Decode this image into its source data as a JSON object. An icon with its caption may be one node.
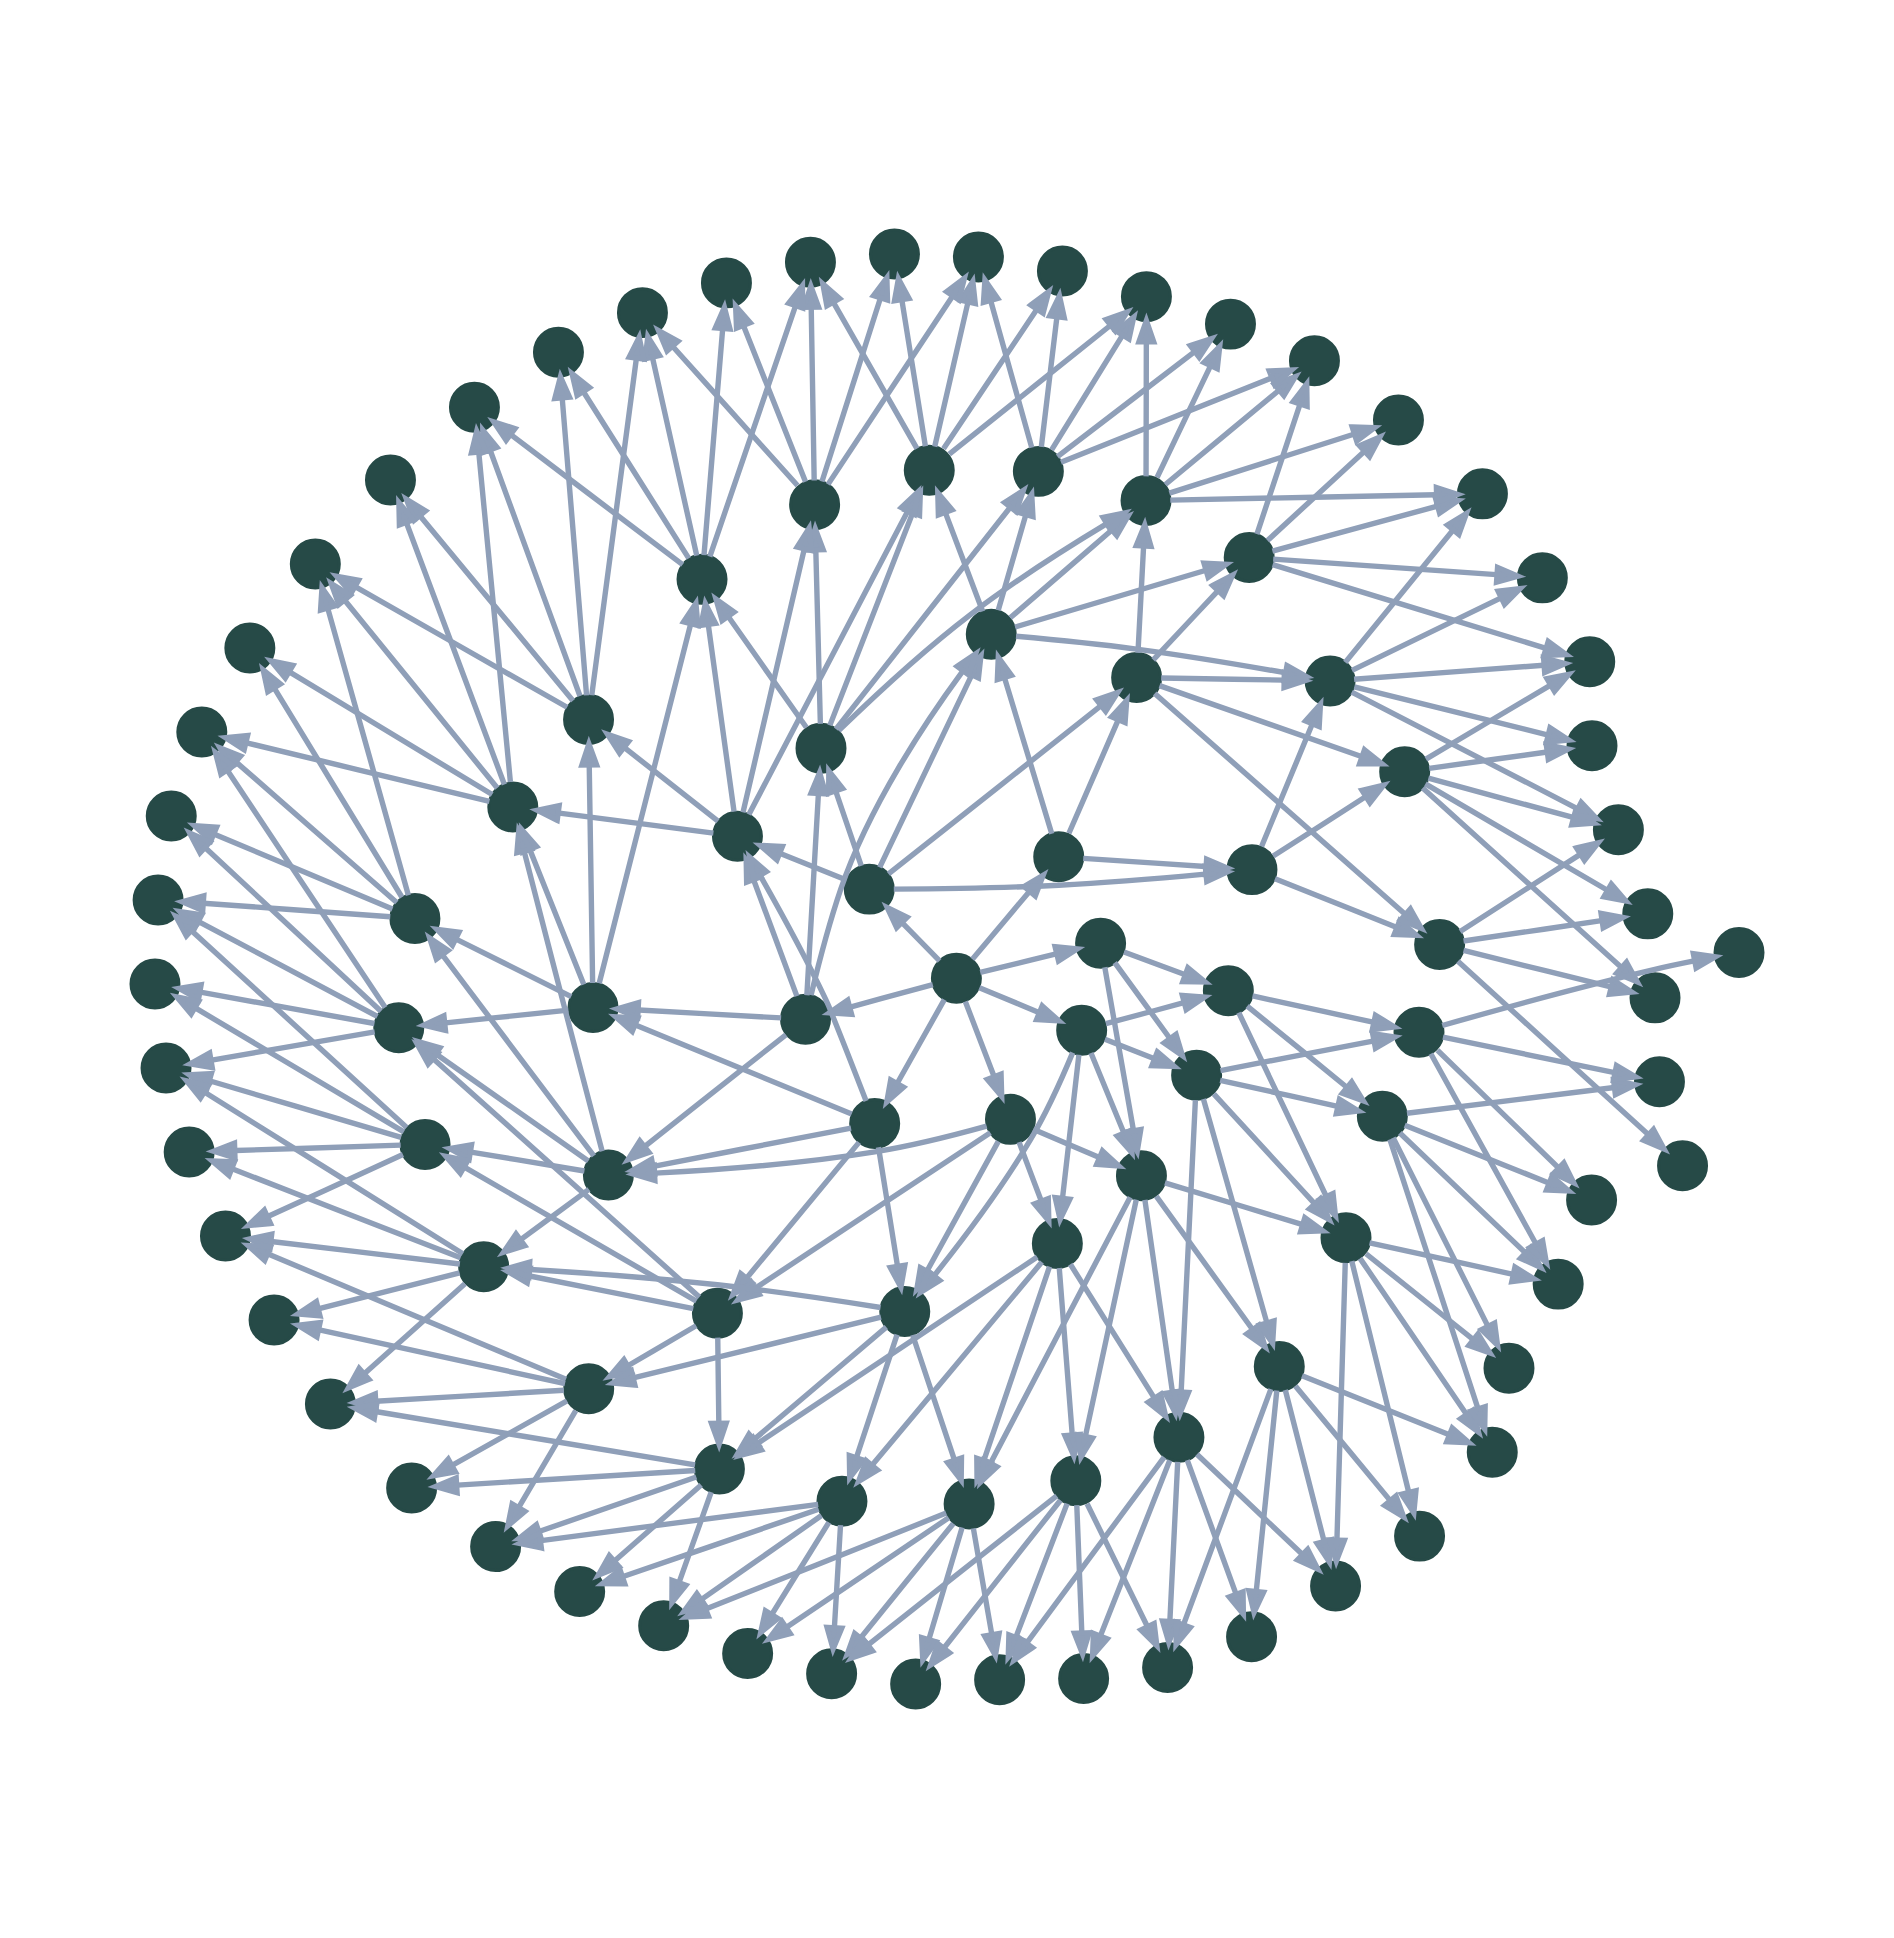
{
  "diagram": {
    "nodes": [
      {
        "text": [],
        "shape": "circle"
      },
      {
        "text": [],
        "shape": "circle"
      },
      {
        "text": [],
        "shape": "circle"
      },
      {
        "text": [],
        "shape": "circle"
      },
      {
        "text": [],
        "shape": "circle"
      },
      {
        "text": [],
        "shape": "circle"
      },
      {
        "text": [],
        "shape": "circle"
      },
      {
        "text": [],
        "shape": "circle"
      },
      {
        "text": [],
        "shape": "circle"
      },
      {
        "text": [],
        "shape": "circle"
      },
      {
        "text": [],
        "shape": "circle"
      },
      {
        "text": [],
        "shape": "circle"
      },
      {
        "text": [],
        "shape": "circle"
      },
      {
        "text": [],
        "shape": "circle"
      },
      {
        "text": [],
        "shape": "circle"
      },
      {
        "text": [],
        "shape": "circle"
      },
      {
        "text": [],
        "shape": "circle"
      },
      {
        "text": [],
        "shape": "circle"
      },
      {
        "text": [],
        "shape": "circle"
      },
      {
        "text": [],
        "shape": "circle"
      },
      {
        "text": [],
        "shape": "circle"
      },
      {
        "text": [],
        "shape": "circle"
      },
      {
        "text": [],
        "shape": "circle"
      },
      {
        "text": [],
        "shape": "circle"
      },
      {
        "text": [],
        "shape": "circle"
      },
      {
        "text": [],
        "shape": "circle"
      },
      {
        "text": [],
        "shape": "circle"
      },
      {
        "text": [],
        "shape": "circle"
      },
      {
        "text": [],
        "shape": "circle"
      },
      {
        "text": [],
        "shape": "circle"
      },
      {
        "text": [],
        "shape": "circle"
      },
      {
        "text": [],
        "shape": "circle"
      },
      {
        "text": [],
        "shape": "circle"
      },
      {
        "text": [],
        "shape": "circle"
      },
      {
        "text": [],
        "shape": "circle"
      },
      {
        "text": [],
        "shape": "circle"
      },
      {
        "text": [],
        "shape": "circle"
      },
      {
        "text": [],
        "shape": "circle"
      },
      {
        "text": [],
        "shape": "circle"
      },
      {
        "text": [],
        "shape": "circle"
      },
      {
        "text": [],
        "shape": "circle"
      },
      {
        "text": [],
        "shape": "circle"
      },
      {
        "text": [],
        "shape": "circle"
      },
      {
        "text": [],
        "shape": "circle"
      },
      {
        "text": [],
        "shape": "circle"
      },
      {
        "text": [],
        "shape": "circle"
      },
      {
        "text": [],
        "shape": "circle"
      },
      {
        "text": [],
        "shape": "circle"
      },
      {
        "text": [],
        "shape": "circle"
      },
      {
        "text": [],
        "shape": "circle"
      },
      {
        "text": [],
        "shape": "circle"
      },
      {
        "text": [],
        "shape": "circle"
      },
      {
        "text": [],
        "shape": "circle"
      },
      {
        "text": [],
        "shape": "circle"
      },
      {
        "text": [],
        "shape": "circle"
      },
      {
        "text": [],
        "shape": "circle"
      },
      {
        "text": [],
        "shape": "circle"
      },
      {
        "text": [],
        "shape": "circle"
      },
      {
        "text": [],
        "shape": "circle"
      },
      {
        "text": [],
        "shape": "circle"
      },
      {
        "text": [],
        "shape": "circle"
      },
      {
        "text": [],
        "shape": "circle"
      },
      {
        "text": [],
        "shape": "circle"
      },
      {
        "text": [],
        "shape": "circle"
      },
      {
        "text": [],
        "shape": "circle"
      },
      {
        "text": [],
        "shape": "circle"
      },
      {
        "text": [],
        "shape": "circle"
      },
      {
        "text": [],
        "shape": "circle"
      },
      {
        "text": [],
        "shape": "circle"
      },
      {
        "text": [],
        "shape": "circle"
      },
      {
        "text": [],
        "shape": "circle"
      },
      {
        "text": [],
        "shape": "circle"
      },
      {
        "text": [],
        "shape": "circle"
      },
      {
        "text": [],
        "shape": "circle"
      },
      {
        "text": [],
        "shape": "circle"
      },
      {
        "text": [],
        "shape": "circle"
      },
      {
        "text": [],
        "shape": "circle"
      },
      {
        "text": [],
        "shape": "circle"
      },
      {
        "text": [],
        "shape": "circle"
      },
      {
        "text": [],
        "shape": "circle"
      },
      {
        "text": [],
        "shape": "circle"
      },
      {
        "text": [],
        "shape": "circle"
      },
      {
        "text": [],
        "shape": "circle"
      },
      {
        "text": [],
        "shape": "circle"
      },
      {
        "text": [],
        "shape": "circle"
      },
      {
        "text": [],
        "shape": "circle"
      },
      {
        "text": [],
        "shape": "circle"
      },
      {
        "text": [],
        "shape": "circle"
      },
      {
        "text": [],
        "shape": "circle"
      },
      {
        "text": [],
        "shape": "circle"
      },
      {
        "text": [],
        "shape": "circle"
      },
      {
        "text": [],
        "shape": "circle"
      },
      {
        "text": [],
        "shape": "circle"
      },
      {
        "text": [],
        "shape": "circle"
      },
      {
        "text": [],
        "shape": "circle"
      },
      {
        "text": [],
        "shape": "circle"
      },
      {
        "text": [],
        "shape": "circle"
      }
    ],
    "edges": [
      {
        "from": 0,
        "to": 1,
        "arrow": "to"
      },
      {
        "from": 0,
        "to": 2,
        "arrow": "to"
      },
      {
        "from": 0,
        "to": 3,
        "arrow": "to"
      },
      {
        "from": 0,
        "to": 4,
        "arrow": "to"
      },
      {
        "from": 0,
        "to": 5,
        "arrow": "to"
      },
      {
        "from": 0,
        "to": 6,
        "arrow": "to"
      },
      {
        "from": 0,
        "to": 7,
        "arrow": "to"
      },
      {
        "from": 1,
        "to": 8,
        "arrow": "to"
      },
      {
        "from": 1,
        "to": 9,
        "arrow": "to"
      },
      {
        "from": 1,
        "to": 10,
        "arrow": "to"
      },
      {
        "from": 2,
        "to": 8,
        "arrow": "to"
      },
      {
        "from": 2,
        "to": 9,
        "arrow": "to"
      },
      {
        "from": 2,
        "to": 10,
        "arrow": "to"
      },
      {
        "from": 2,
        "to": 11,
        "arrow": "to"
      },
      {
        "from": 2,
        "to": 12,
        "arrow": "to"
      },
      {
        "from": 3,
        "to": 10,
        "arrow": "to"
      },
      {
        "from": 3,
        "to": 11,
        "arrow": "to"
      },
      {
        "from": 3,
        "to": 12,
        "arrow": "to"
      },
      {
        "from": 3,
        "to": 13,
        "arrow": "to"
      },
      {
        "from": 3,
        "to": 14,
        "arrow": "to"
      },
      {
        "from": 4,
        "to": 12,
        "arrow": "to"
      },
      {
        "from": 4,
        "to": 13,
        "arrow": "to"
      },
      {
        "from": 4,
        "to": 14,
        "arrow": "to"
      },
      {
        "from": 4,
        "to": 15,
        "arrow": "to"
      },
      {
        "from": 4,
        "to": 16,
        "arrow": "to"
      },
      {
        "from": 5,
        "to": 14,
        "arrow": "to"
      },
      {
        "from": 5,
        "to": 15,
        "arrow": "to"
      },
      {
        "from": 5,
        "to": 16,
        "arrow": "to"
      },
      {
        "from": 5,
        "to": 17,
        "arrow": "to"
      },
      {
        "from": 5,
        "to": 18,
        "arrow": "to"
      },
      {
        "from": 6,
        "to": 16,
        "arrow": "to"
      },
      {
        "from": 6,
        "to": 17,
        "arrow": "to"
      },
      {
        "from": 6,
        "to": 18,
        "arrow": "to"
      },
      {
        "from": 6,
        "to": 19,
        "arrow": "to"
      },
      {
        "from": 6,
        "to": 20,
        "arrow": "to"
      },
      {
        "from": 7,
        "to": 18,
        "arrow": "to"
      },
      {
        "from": 7,
        "to": 19,
        "arrow": "to"
      },
      {
        "from": 7,
        "to": 20,
        "arrow": "to"
      },
      {
        "from": 8,
        "to": 21,
        "arrow": "to"
      },
      {
        "from": 8,
        "to": 22,
        "arrow": "to"
      },
      {
        "from": 8,
        "to": 23,
        "arrow": "to"
      },
      {
        "from": 9,
        "to": 21,
        "arrow": "to"
      },
      {
        "from": 9,
        "to": 22,
        "arrow": "to"
      },
      {
        "from": 9,
        "to": 23,
        "arrow": "to"
      },
      {
        "from": 9,
        "to": 24,
        "arrow": "to"
      },
      {
        "from": 9,
        "to": 25,
        "arrow": "to"
      },
      {
        "from": 10,
        "to": 23,
        "arrow": "to"
      },
      {
        "from": 10,
        "to": 24,
        "arrow": "to"
      },
      {
        "from": 10,
        "to": 25,
        "arrow": "to"
      },
      {
        "from": 10,
        "to": 26,
        "arrow": "to"
      },
      {
        "from": 10,
        "to": 27,
        "arrow": "to"
      },
      {
        "from": 11,
        "to": 25,
        "arrow": "to"
      },
      {
        "from": 11,
        "to": 26,
        "arrow": "to"
      },
      {
        "from": 11,
        "to": 27,
        "arrow": "to"
      },
      {
        "from": 11,
        "to": 28,
        "arrow": "to"
      },
      {
        "from": 11,
        "to": 29,
        "arrow": "to"
      },
      {
        "from": 12,
        "to": 27,
        "arrow": "to"
      },
      {
        "from": 12,
        "to": 28,
        "arrow": "to"
      },
      {
        "from": 12,
        "to": 29,
        "arrow": "to"
      },
      {
        "from": 12,
        "to": 30,
        "arrow": "to"
      },
      {
        "from": 12,
        "to": 31,
        "arrow": "to"
      },
      {
        "from": 13,
        "to": 29,
        "arrow": "to"
      },
      {
        "from": 13,
        "to": 30,
        "arrow": "to"
      },
      {
        "from": 13,
        "to": 31,
        "arrow": "to"
      },
      {
        "from": 13,
        "to": 32,
        "arrow": "to"
      },
      {
        "from": 13,
        "to": 33,
        "arrow": "to"
      },
      {
        "from": 14,
        "to": 31,
        "arrow": "to"
      },
      {
        "from": 14,
        "to": 32,
        "arrow": "to"
      },
      {
        "from": 14,
        "to": 33,
        "arrow": "to"
      },
      {
        "from": 14,
        "to": 34,
        "arrow": "to"
      },
      {
        "from": 14,
        "to": 35,
        "arrow": "to"
      },
      {
        "from": 15,
        "to": 33,
        "arrow": "to"
      },
      {
        "from": 15,
        "to": 34,
        "arrow": "to"
      },
      {
        "from": 15,
        "to": 35,
        "arrow": "to"
      },
      {
        "from": 15,
        "to": 36,
        "arrow": "to"
      },
      {
        "from": 15,
        "to": 37,
        "arrow": "to"
      },
      {
        "from": 16,
        "to": 35,
        "arrow": "to"
      },
      {
        "from": 16,
        "to": 36,
        "arrow": "to"
      },
      {
        "from": 16,
        "to": 37,
        "arrow": "to"
      },
      {
        "from": 16,
        "to": 38,
        "arrow": "to"
      },
      {
        "from": 16,
        "to": 39,
        "arrow": "to"
      },
      {
        "from": 17,
        "to": 37,
        "arrow": "to"
      },
      {
        "from": 17,
        "to": 38,
        "arrow": "to"
      },
      {
        "from": 17,
        "to": 39,
        "arrow": "to"
      },
      {
        "from": 17,
        "to": 40,
        "arrow": "to"
      },
      {
        "from": 17,
        "to": 41,
        "arrow": "to"
      },
      {
        "from": 18,
        "to": 39,
        "arrow": "to"
      },
      {
        "from": 18,
        "to": 40,
        "arrow": "to"
      },
      {
        "from": 18,
        "to": 41,
        "arrow": "to"
      },
      {
        "from": 18,
        "to": 42,
        "arrow": "to"
      },
      {
        "from": 18,
        "to": 43,
        "arrow": "to"
      },
      {
        "from": 19,
        "to": 41,
        "arrow": "to"
      },
      {
        "from": 19,
        "to": 42,
        "arrow": "to"
      },
      {
        "from": 19,
        "to": 43,
        "arrow": "to"
      },
      {
        "from": 19,
        "to": 44,
        "arrow": "to"
      },
      {
        "from": 19,
        "to": 45,
        "arrow": "to"
      },
      {
        "from": 20,
        "to": 43,
        "arrow": "to"
      },
      {
        "from": 20,
        "to": 44,
        "arrow": "to"
      },
      {
        "from": 20,
        "to": 45,
        "arrow": "to"
      },
      {
        "from": 21,
        "to": 46,
        "arrow": "to"
      },
      {
        "from": 21,
        "to": 47,
        "arrow": "to"
      },
      {
        "from": 21,
        "to": 48,
        "arrow": "to"
      },
      {
        "from": 21,
        "to": 49,
        "arrow": "to"
      },
      {
        "from": 22,
        "to": 47,
        "arrow": "to"
      },
      {
        "from": 22,
        "to": 48,
        "arrow": "to"
      },
      {
        "from": 22,
        "to": 49,
        "arrow": "to"
      },
      {
        "from": 22,
        "to": 50,
        "arrow": "to"
      },
      {
        "from": 22,
        "to": 51,
        "arrow": "to"
      },
      {
        "from": 23,
        "to": 49,
        "arrow": "to"
      },
      {
        "from": 23,
        "to": 50,
        "arrow": "to"
      },
      {
        "from": 23,
        "to": 51,
        "arrow": "to"
      },
      {
        "from": 23,
        "to": 52,
        "arrow": "to"
      },
      {
        "from": 23,
        "to": 53,
        "arrow": "to"
      },
      {
        "from": 24,
        "to": 51,
        "arrow": "to"
      },
      {
        "from": 24,
        "to": 52,
        "arrow": "to"
      },
      {
        "from": 24,
        "to": 53,
        "arrow": "to"
      },
      {
        "from": 24,
        "to": 54,
        "arrow": "to"
      },
      {
        "from": 24,
        "to": 55,
        "arrow": "to"
      },
      {
        "from": 25,
        "to": 53,
        "arrow": "to"
      },
      {
        "from": 25,
        "to": 54,
        "arrow": "to"
      },
      {
        "from": 25,
        "to": 55,
        "arrow": "to"
      },
      {
        "from": 25,
        "to": 56,
        "arrow": "to"
      },
      {
        "from": 25,
        "to": 57,
        "arrow": "to"
      },
      {
        "from": 26,
        "to": 55,
        "arrow": "to"
      },
      {
        "from": 26,
        "to": 56,
        "arrow": "to"
      },
      {
        "from": 26,
        "to": 57,
        "arrow": "to"
      },
      {
        "from": 26,
        "to": 58,
        "arrow": "to"
      },
      {
        "from": 26,
        "to": 59,
        "arrow": "to"
      },
      {
        "from": 27,
        "to": 57,
        "arrow": "to"
      },
      {
        "from": 27,
        "to": 58,
        "arrow": "to"
      },
      {
        "from": 27,
        "to": 59,
        "arrow": "to"
      },
      {
        "from": 27,
        "to": 60,
        "arrow": "to"
      },
      {
        "from": 27,
        "to": 61,
        "arrow": "to"
      },
      {
        "from": 28,
        "to": 59,
        "arrow": "to"
      },
      {
        "from": 28,
        "to": 60,
        "arrow": "to"
      },
      {
        "from": 28,
        "to": 61,
        "arrow": "to"
      },
      {
        "from": 28,
        "to": 62,
        "arrow": "to"
      },
      {
        "from": 28,
        "to": 63,
        "arrow": "to"
      },
      {
        "from": 29,
        "to": 61,
        "arrow": "to"
      },
      {
        "from": 29,
        "to": 62,
        "arrow": "to"
      },
      {
        "from": 29,
        "to": 63,
        "arrow": "to"
      },
      {
        "from": 29,
        "to": 64,
        "arrow": "to"
      },
      {
        "from": 29,
        "to": 65,
        "arrow": "to"
      },
      {
        "from": 30,
        "to": 63,
        "arrow": "to"
      },
      {
        "from": 30,
        "to": 64,
        "arrow": "to"
      },
      {
        "from": 30,
        "to": 65,
        "arrow": "to"
      },
      {
        "from": 30,
        "to": 66,
        "arrow": "to"
      },
      {
        "from": 30,
        "to": 67,
        "arrow": "to"
      },
      {
        "from": 31,
        "to": 65,
        "arrow": "to"
      },
      {
        "from": 31,
        "to": 66,
        "arrow": "to"
      },
      {
        "from": 31,
        "to": 67,
        "arrow": "to"
      },
      {
        "from": 31,
        "to": 68,
        "arrow": "to"
      },
      {
        "from": 31,
        "to": 69,
        "arrow": "to"
      },
      {
        "from": 32,
        "to": 67,
        "arrow": "to"
      },
      {
        "from": 32,
        "to": 68,
        "arrow": "to"
      },
      {
        "from": 32,
        "to": 69,
        "arrow": "to"
      },
      {
        "from": 32,
        "to": 70,
        "arrow": "to"
      },
      {
        "from": 32,
        "to": 71,
        "arrow": "to"
      },
      {
        "from": 33,
        "to": 69,
        "arrow": "to"
      },
      {
        "from": 33,
        "to": 70,
        "arrow": "to"
      },
      {
        "from": 33,
        "to": 71,
        "arrow": "to"
      },
      {
        "from": 33,
        "to": 72,
        "arrow": "to"
      },
      {
        "from": 33,
        "to": 73,
        "arrow": "to"
      },
      {
        "from": 34,
        "to": 71,
        "arrow": "to"
      },
      {
        "from": 34,
        "to": 72,
        "arrow": "to"
      },
      {
        "from": 34,
        "to": 73,
        "arrow": "to"
      },
      {
        "from": 34,
        "to": 74,
        "arrow": "to"
      },
      {
        "from": 34,
        "to": 75,
        "arrow": "to"
      },
      {
        "from": 35,
        "to": 73,
        "arrow": "to"
      },
      {
        "from": 35,
        "to": 74,
        "arrow": "to"
      },
      {
        "from": 35,
        "to": 75,
        "arrow": "to"
      },
      {
        "from": 35,
        "to": 76,
        "arrow": "to"
      },
      {
        "from": 35,
        "to": 77,
        "arrow": "to"
      },
      {
        "from": 36,
        "to": 75,
        "arrow": "to"
      },
      {
        "from": 36,
        "to": 76,
        "arrow": "to"
      },
      {
        "from": 36,
        "to": 77,
        "arrow": "to"
      },
      {
        "from": 36,
        "to": 78,
        "arrow": "to"
      },
      {
        "from": 36,
        "to": 79,
        "arrow": "to"
      },
      {
        "from": 37,
        "to": 77,
        "arrow": "to"
      },
      {
        "from": 37,
        "to": 78,
        "arrow": "to"
      },
      {
        "from": 37,
        "to": 79,
        "arrow": "to"
      },
      {
        "from": 37,
        "to": 80,
        "arrow": "to"
      },
      {
        "from": 37,
        "to": 81,
        "arrow": "to"
      },
      {
        "from": 38,
        "to": 79,
        "arrow": "to"
      },
      {
        "from": 38,
        "to": 80,
        "arrow": "to"
      },
      {
        "from": 38,
        "to": 81,
        "arrow": "to"
      },
      {
        "from": 38,
        "to": 82,
        "arrow": "to"
      },
      {
        "from": 38,
        "to": 83,
        "arrow": "to"
      },
      {
        "from": 39,
        "to": 81,
        "arrow": "to"
      },
      {
        "from": 39,
        "to": 82,
        "arrow": "to"
      },
      {
        "from": 39,
        "to": 83,
        "arrow": "to"
      },
      {
        "from": 39,
        "to": 84,
        "arrow": "to"
      },
      {
        "from": 39,
        "to": 85,
        "arrow": "to"
      },
      {
        "from": 40,
        "to": 83,
        "arrow": "to"
      },
      {
        "from": 40,
        "to": 84,
        "arrow": "to"
      },
      {
        "from": 40,
        "to": 85,
        "arrow": "to"
      },
      {
        "from": 40,
        "to": 86,
        "arrow": "to"
      },
      {
        "from": 40,
        "to": 87,
        "arrow": "to"
      },
      {
        "from": 41,
        "to": 85,
        "arrow": "to"
      },
      {
        "from": 41,
        "to": 86,
        "arrow": "to"
      },
      {
        "from": 41,
        "to": 87,
        "arrow": "to"
      },
      {
        "from": 41,
        "to": 88,
        "arrow": "to"
      },
      {
        "from": 41,
        "to": 89,
        "arrow": "to"
      },
      {
        "from": 42,
        "to": 87,
        "arrow": "to"
      },
      {
        "from": 42,
        "to": 88,
        "arrow": "to"
      },
      {
        "from": 42,
        "to": 89,
        "arrow": "to"
      },
      {
        "from": 42,
        "to": 90,
        "arrow": "to"
      },
      {
        "from": 42,
        "to": 91,
        "arrow": "to"
      },
      {
        "from": 43,
        "to": 89,
        "arrow": "to"
      },
      {
        "from": 43,
        "to": 90,
        "arrow": "to"
      },
      {
        "from": 43,
        "to": 91,
        "arrow": "to"
      },
      {
        "from": 43,
        "to": 92,
        "arrow": "to"
      },
      {
        "from": 43,
        "to": 93,
        "arrow": "to"
      },
      {
        "from": 44,
        "to": 91,
        "arrow": "to"
      },
      {
        "from": 44,
        "to": 92,
        "arrow": "to"
      },
      {
        "from": 44,
        "to": 93,
        "arrow": "to"
      },
      {
        "from": 44,
        "to": 94,
        "arrow": "to"
      },
      {
        "from": 44,
        "to": 95,
        "arrow": "to"
      },
      {
        "from": 45,
        "to": 93,
        "arrow": "to"
      },
      {
        "from": 45,
        "to": 94,
        "arrow": "to"
      },
      {
        "from": 45,
        "to": 95,
        "arrow": "to"
      },
      {
        "from": 45,
        "to": 96,
        "arrow": "to"
      }
    ]
  }
}
